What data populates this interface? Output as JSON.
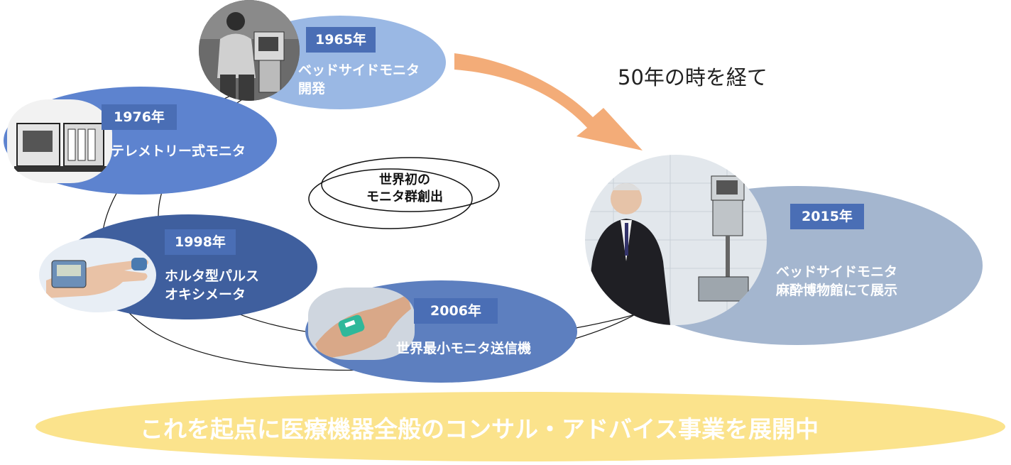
{
  "headline": "50年の時を経て",
  "center_label": "世界初の\nモニタ群創出",
  "banner": "これを起点に医療機器全般のコンサル・アドバイス事業を展開中",
  "milestones": [
    {
      "year": "1965年",
      "label": "ベッドサイドモニタ\n開発"
    },
    {
      "year": "1976年",
      "label": "テレメトリー式モニタ"
    },
    {
      "year": "1998年",
      "label": "ホルタ型パルス\nオキシメータ"
    },
    {
      "year": "2006年",
      "label": "世界最小モニタ送信機"
    },
    {
      "year": "2015年",
      "label": "ベッドサイドモニタ\n麻酔博物館にて展示"
    }
  ],
  "colors": {
    "e1965": "#9ab8e4",
    "e1976": "#5d83cf",
    "e1998": "#3f5f9e",
    "e2006": "#5d7fbf",
    "e2015": "#a4b6cf",
    "yearbox": "#4a6eb5",
    "arrow": "#f3ac78",
    "banner": "#fbe38c"
  }
}
